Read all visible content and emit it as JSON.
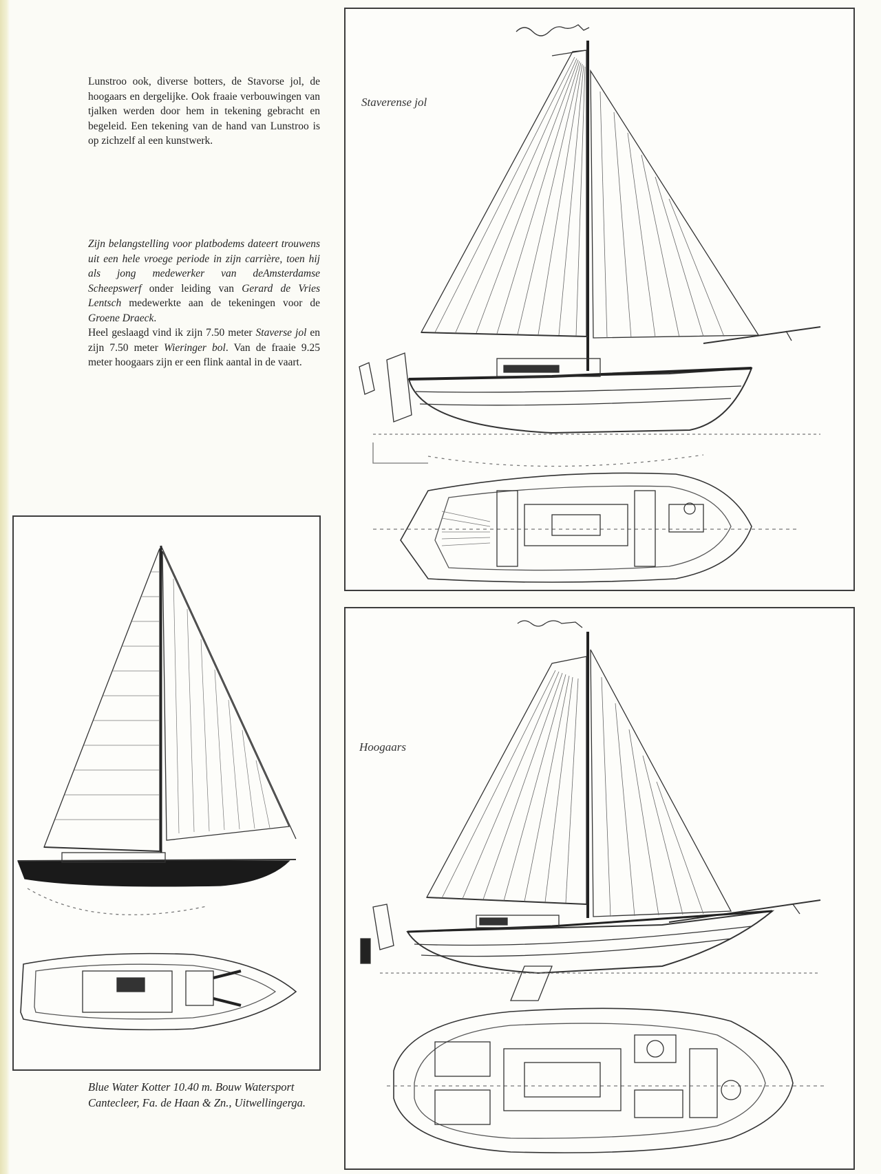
{
  "intro_text": "Lunstroo ook, diverse botters, de Stavorse jol, de hoogaars en dergelijke. Ook fraaie verbouwingen van tjalken werden door hem in tekening gebracht en begeleid. Een tekening van de hand van Lunstroo is op zichzelf al een kunstwerk.",
  "body_text": {
    "p1": "Zijn belangstelling voor platbodems dateert trouwens uit een hele vroege periode in zijn carrière, toen hij als jong medewerker van de",
    "em1": "Amsterdamse Scheepswerf",
    "p2": " onder leiding van ",
    "em2": "Gerard de Vries Lentsch",
    "p3": " medewerkte aan de tekeningen voor de ",
    "em3": "Groene Draeck",
    "p4": ".",
    "p5": "Heel geslaagd vind ik zijn 7.50 meter ",
    "em4": "Staverse jol",
    "p6": " en zijn 7.50 meter ",
    "em5": "Wieringer bol",
    "p7": ". Van de fraaie 9.25 meter hoogaars zijn er een flink aantal in de vaart."
  },
  "figures": {
    "staverse_label": "Staverense jol",
    "hoogaars_label": "Hoogaars",
    "caption": "Blue Water Kotter 10.40 m. Bouw Watersport Cantecleer, Fa. de Haan & Zn., Uitwellingerga."
  },
  "colors": {
    "ink": "#222222",
    "paper": "#fbfbf6",
    "hull_dark": "#1a1a1a"
  }
}
